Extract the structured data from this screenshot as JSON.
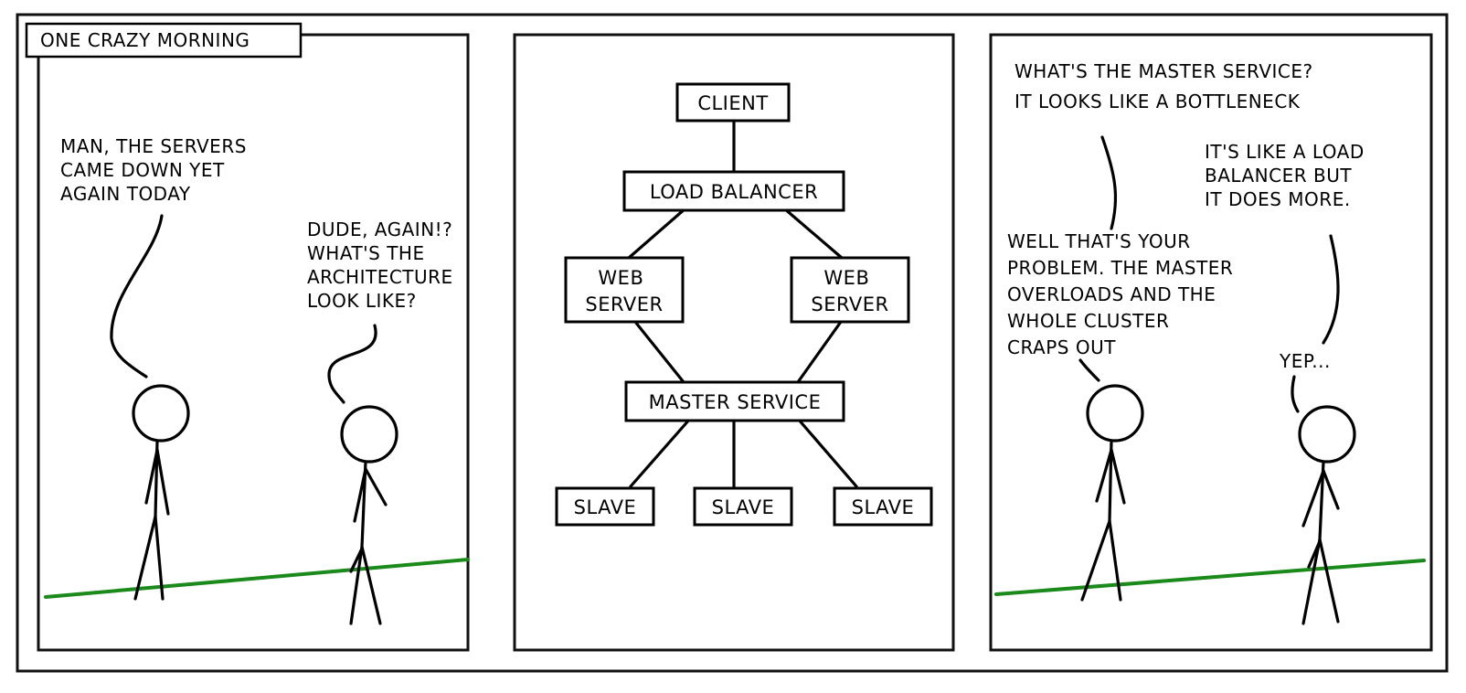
{
  "title": "ONE CRAZY MORNING",
  "panel1": {
    "speech_left": [
      "MAN, THE SERVERS",
      "CAME DOWN YET",
      "AGAIN TODAY"
    ],
    "speech_right": [
      "DUDE, AGAIN!?",
      "WHAT'S THE",
      "ARCHITECTURE",
      "LOOK LIKE?"
    ]
  },
  "diagram": {
    "client": "CLIENT",
    "load_balancer": "LOAD BALANCER",
    "web_server_line1": "WEB",
    "web_server_line2": "SERVER",
    "master_service": "MASTER SERVICE",
    "slave": "SLAVE"
  },
  "panel3": {
    "speech_top": [
      "WHAT'S THE MASTER SERVICE?",
      "IT LOOKS LIKE A BOTTLENECK"
    ],
    "speech_right": [
      "IT'S LIKE A LOAD",
      "BALANCER BUT",
      "IT DOES MORE."
    ],
    "speech_left": [
      "WELL THAT'S YOUR",
      "PROBLEM. THE MASTER",
      "OVERLOADS AND THE",
      "WHOLE CLUSTER",
      "CRAPS OUT"
    ],
    "speech_yep": "YEP..."
  },
  "colors": {
    "ground": "#1a8a1a",
    "ink": "#000000"
  }
}
